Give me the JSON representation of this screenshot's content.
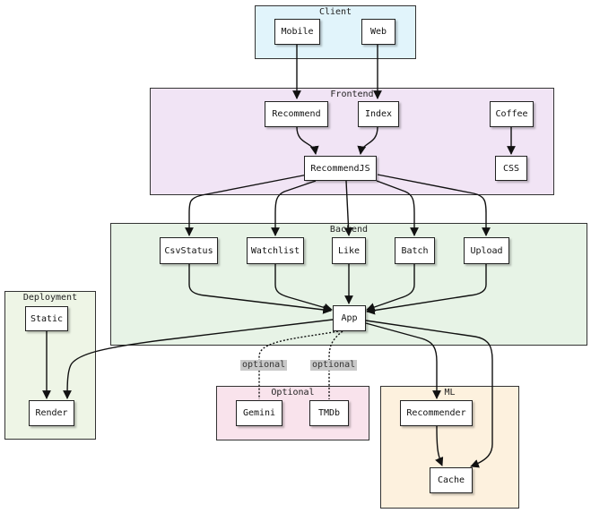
{
  "groups": {
    "client": {
      "title": "Client",
      "fill": "#e1f4fb"
    },
    "frontend": {
      "title": "Frontend",
      "fill": "#f1e4f5"
    },
    "backend": {
      "title": "Backend",
      "fill": "#e7f3e6"
    },
    "deployment": {
      "title": "Deployment",
      "fill": "#eef5e6"
    },
    "optional": {
      "title": "Optional",
      "fill": "#f9e3ec"
    },
    "ml": {
      "title": "ML",
      "fill": "#fdf1de"
    }
  },
  "nodes": {
    "mobile": "Mobile",
    "web": "Web",
    "recommend": "Recommend",
    "index": "Index",
    "coffee": "Coffee",
    "recommendjs": "RecommendJS",
    "css": "CSS",
    "csvstatus": "CsvStatus",
    "watchlist": "Watchlist",
    "like": "Like",
    "batch": "Batch",
    "upload": "Upload",
    "app": "App",
    "static": "Static",
    "render": "Render",
    "gemini": "Gemini",
    "tmdb": "TMDb",
    "recommender": "Recommender",
    "cache": "Cache"
  },
  "edge_labels": {
    "app_gemini": "optional",
    "app_tmdb": "optional"
  }
}
